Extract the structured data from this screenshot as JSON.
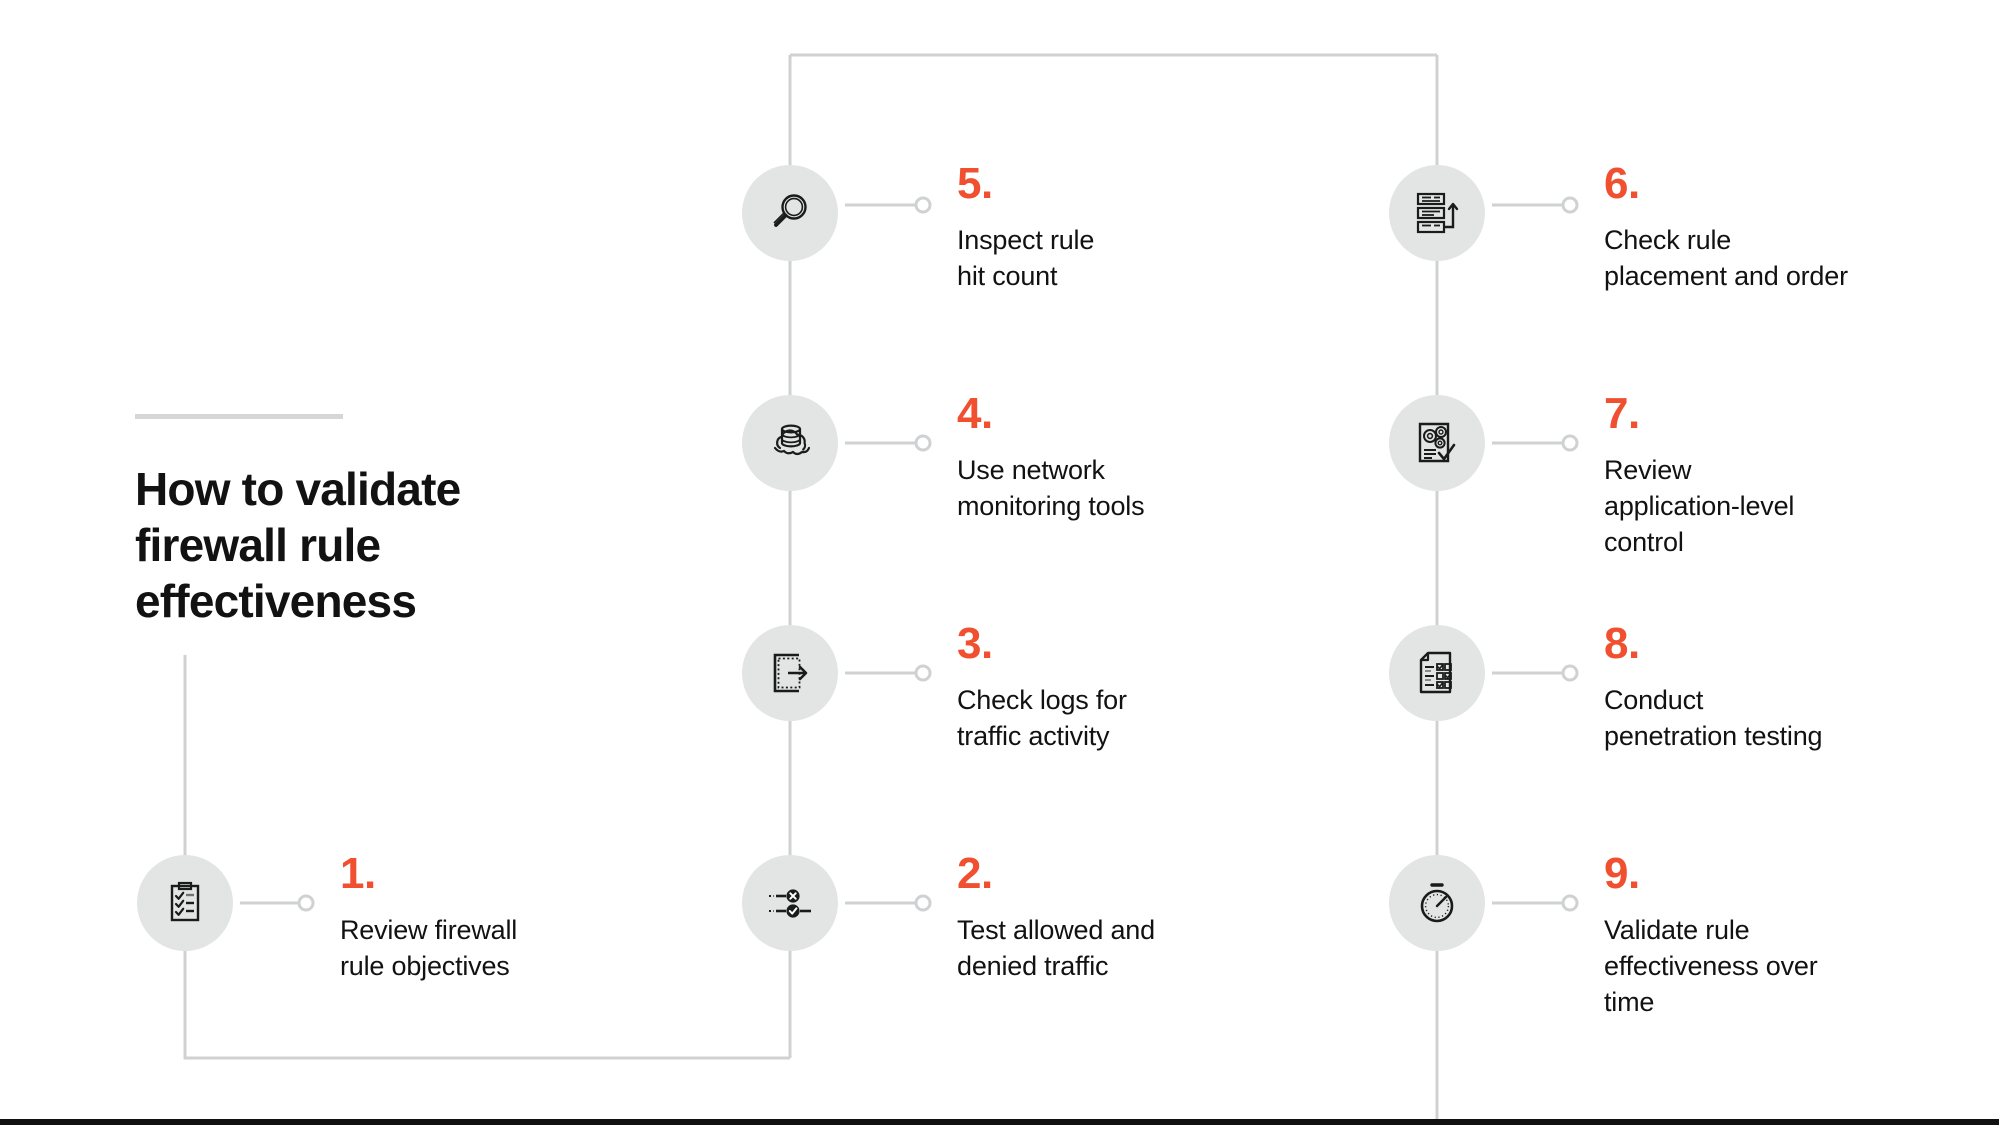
{
  "title": {
    "text": "How to validate\nfirewall rule\neffectiveness",
    "rule_color": "#d4d6d7"
  },
  "theme": {
    "accent": "#f0502f",
    "text": "#121212",
    "badge_bg": "#e3e5e4",
    "connector": "#cfd1d2",
    "background": "#ffffff"
  },
  "steps": [
    {
      "number": "1.",
      "label": "Review firewall\nrule objectives",
      "icon": "clipboard-check-icon"
    },
    {
      "number": "2.",
      "label": "Test allowed and\ndenied traffic",
      "icon": "allow-deny-traffic-icon"
    },
    {
      "number": "3.",
      "label": "Check logs for\ntraffic activity",
      "icon": "log-export-icon"
    },
    {
      "number": "4.",
      "label": "Use network\nmonitoring tools",
      "icon": "cloud-database-icon"
    },
    {
      "number": "5.",
      "label": "Inspect rule\nhit count",
      "icon": "magnifier-icon"
    },
    {
      "number": "6.",
      "label": "Check rule\nplacement and order",
      "icon": "rule-order-icon"
    },
    {
      "number": "7.",
      "label": "Review\napplication-level\ncontrol",
      "icon": "gears-document-check-icon"
    },
    {
      "number": "8.",
      "label": "Conduct\npenetration testing",
      "icon": "checklist-document-icon"
    },
    {
      "number": "9.",
      "label": "Validate rule\neffectiveness over\ntime",
      "icon": "stopwatch-icon"
    }
  ]
}
